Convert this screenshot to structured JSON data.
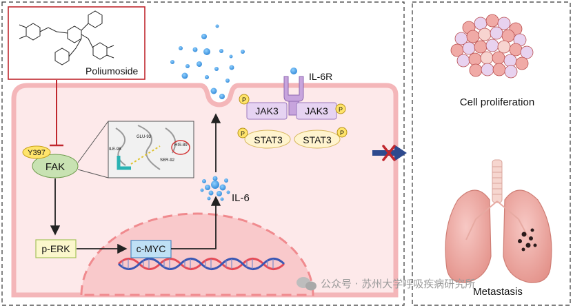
{
  "compound": {
    "name": "Poliumoside"
  },
  "pathway": {
    "fak_site": "Y397",
    "fak": "FAK",
    "p_erk": "p-ERK",
    "c_myc": "c-MYC",
    "il6": "IL-6",
    "il6r": "IL-6R",
    "jak3_left": "JAK3",
    "jak3_right": "JAK3",
    "stat3_left": "STAT3",
    "stat3_right": "STAT3",
    "phospho": "P"
  },
  "docking": {
    "residues": [
      "GLU-93",
      "HIS-89",
      "SER-92",
      "ILE-98"
    ]
  },
  "outcomes": {
    "proliferation": "Cell proliferation",
    "metastasis": "Metastasis"
  },
  "watermark": "公众号 · 苏州大学呼吸疾病研究所",
  "colors": {
    "cell_fill": "#fde9ea",
    "membrane": "#f4b6b9",
    "nucleus": "#f9c9cb",
    "fak_green": "#c8e2b2",
    "jak_purple": "#e6d3f2",
    "stat_yellow": "#fff4cf",
    "phospho_yellow": "#ffe46b",
    "inhibit_red": "#c0262d",
    "arrow_blue": "#2e4a8e",
    "il6_blue": "#4aa1e0"
  }
}
